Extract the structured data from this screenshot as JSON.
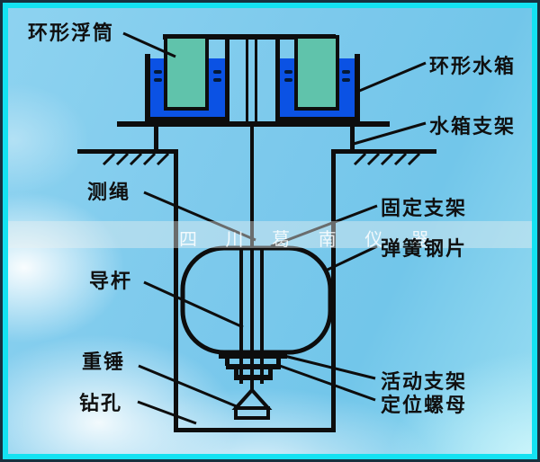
{
  "watermark": {
    "text": "四 川 葛 南 仪 器"
  },
  "labels": {
    "annular_float": "环形浮筒",
    "annular_water_tank": "环形水箱",
    "tank_bracket": "水箱支架",
    "measuring_rope": "测绳",
    "fixed_bracket": "固定支架",
    "spring_steel_sheet": "弹簧钢片",
    "guide_rod": "导杆",
    "movable_bracket": "活动支架",
    "positioning_nut": "定位螺母",
    "weight_hammer": "重锤",
    "borehole": "钻孔"
  },
  "colors": {
    "water_tank_blue": "#0b52e4",
    "float_green": "#60c3ab",
    "sky_blue": "#7ec9eb",
    "frame_cyan": "#14e2f2",
    "line_black": "#0d0d0d",
    "watermark_band": "rgba(235,241,241,0.42)"
  }
}
